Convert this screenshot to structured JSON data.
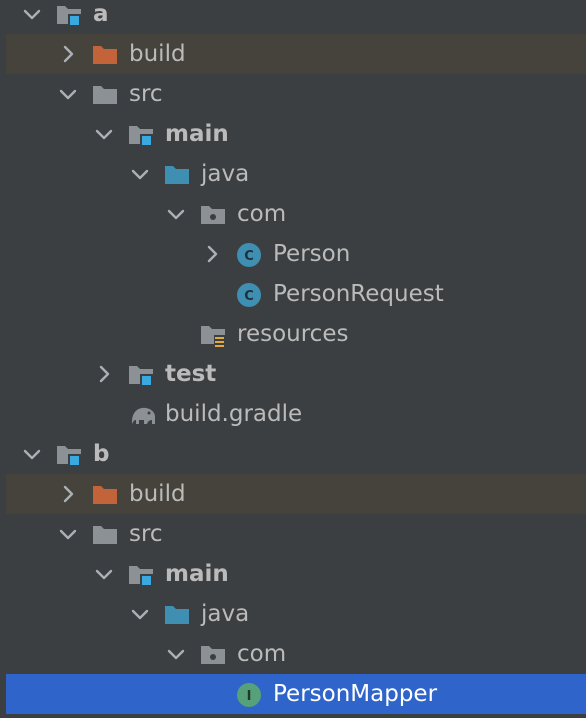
{
  "tree": {
    "items": [
      {
        "label": "a",
        "depth": 0,
        "expanded": true,
        "icon": "module-folder-icon",
        "bold": true,
        "state": ""
      },
      {
        "label": "build",
        "depth": 1,
        "expanded": false,
        "icon": "excluded-folder-icon",
        "bold": false,
        "state": "excluded"
      },
      {
        "label": "src",
        "depth": 1,
        "expanded": true,
        "icon": "folder-icon",
        "bold": false,
        "state": ""
      },
      {
        "label": "main",
        "depth": 2,
        "expanded": true,
        "icon": "module-folder-icon",
        "bold": true,
        "state": ""
      },
      {
        "label": "java",
        "depth": 3,
        "expanded": true,
        "icon": "source-root-folder-icon",
        "bold": false,
        "state": ""
      },
      {
        "label": "com",
        "depth": 4,
        "expanded": true,
        "icon": "package-icon",
        "bold": false,
        "state": ""
      },
      {
        "label": "Person",
        "depth": 5,
        "expanded": false,
        "icon": "class-icon",
        "bold": false,
        "state": ""
      },
      {
        "label": "PersonRequest",
        "depth": 5,
        "expanded": null,
        "icon": "class-icon",
        "bold": false,
        "state": ""
      },
      {
        "label": "resources",
        "depth": 4,
        "expanded": null,
        "icon": "resources-folder-icon",
        "bold": false,
        "state": ""
      },
      {
        "label": "test",
        "depth": 2,
        "expanded": false,
        "icon": "module-folder-icon",
        "bold": true,
        "state": ""
      },
      {
        "label": "build.gradle",
        "depth": 2,
        "expanded": null,
        "icon": "gradle-elephant-icon",
        "bold": false,
        "state": ""
      },
      {
        "label": "b",
        "depth": 0,
        "expanded": true,
        "icon": "module-folder-icon",
        "bold": true,
        "state": ""
      },
      {
        "label": "build",
        "depth": 1,
        "expanded": false,
        "icon": "excluded-folder-icon",
        "bold": false,
        "state": "excluded"
      },
      {
        "label": "src",
        "depth": 1,
        "expanded": true,
        "icon": "folder-icon",
        "bold": false,
        "state": ""
      },
      {
        "label": "main",
        "depth": 2,
        "expanded": true,
        "icon": "module-folder-icon",
        "bold": true,
        "state": ""
      },
      {
        "label": "java",
        "depth": 3,
        "expanded": true,
        "icon": "source-root-folder-icon",
        "bold": false,
        "state": ""
      },
      {
        "label": "com",
        "depth": 4,
        "expanded": true,
        "icon": "package-icon",
        "bold": false,
        "state": ""
      },
      {
        "label": "PersonMapper",
        "depth": 5,
        "expanded": null,
        "icon": "interface-icon",
        "bold": false,
        "state": "selected"
      }
    ]
  },
  "colors": {
    "background": "#3c3f41",
    "text": "#bbbbbb",
    "folder_gray": "#8c9196",
    "module_marker": "#3aa9e0",
    "excluded_orange": "#c2633a",
    "source_blue": "#3f8fb3",
    "resources_stripes": "#e5a93a",
    "class_teal": "#3f8fb3",
    "interface_green": "#56a07a",
    "selection": "#2f65ca",
    "excluded_row": "#45433b"
  }
}
